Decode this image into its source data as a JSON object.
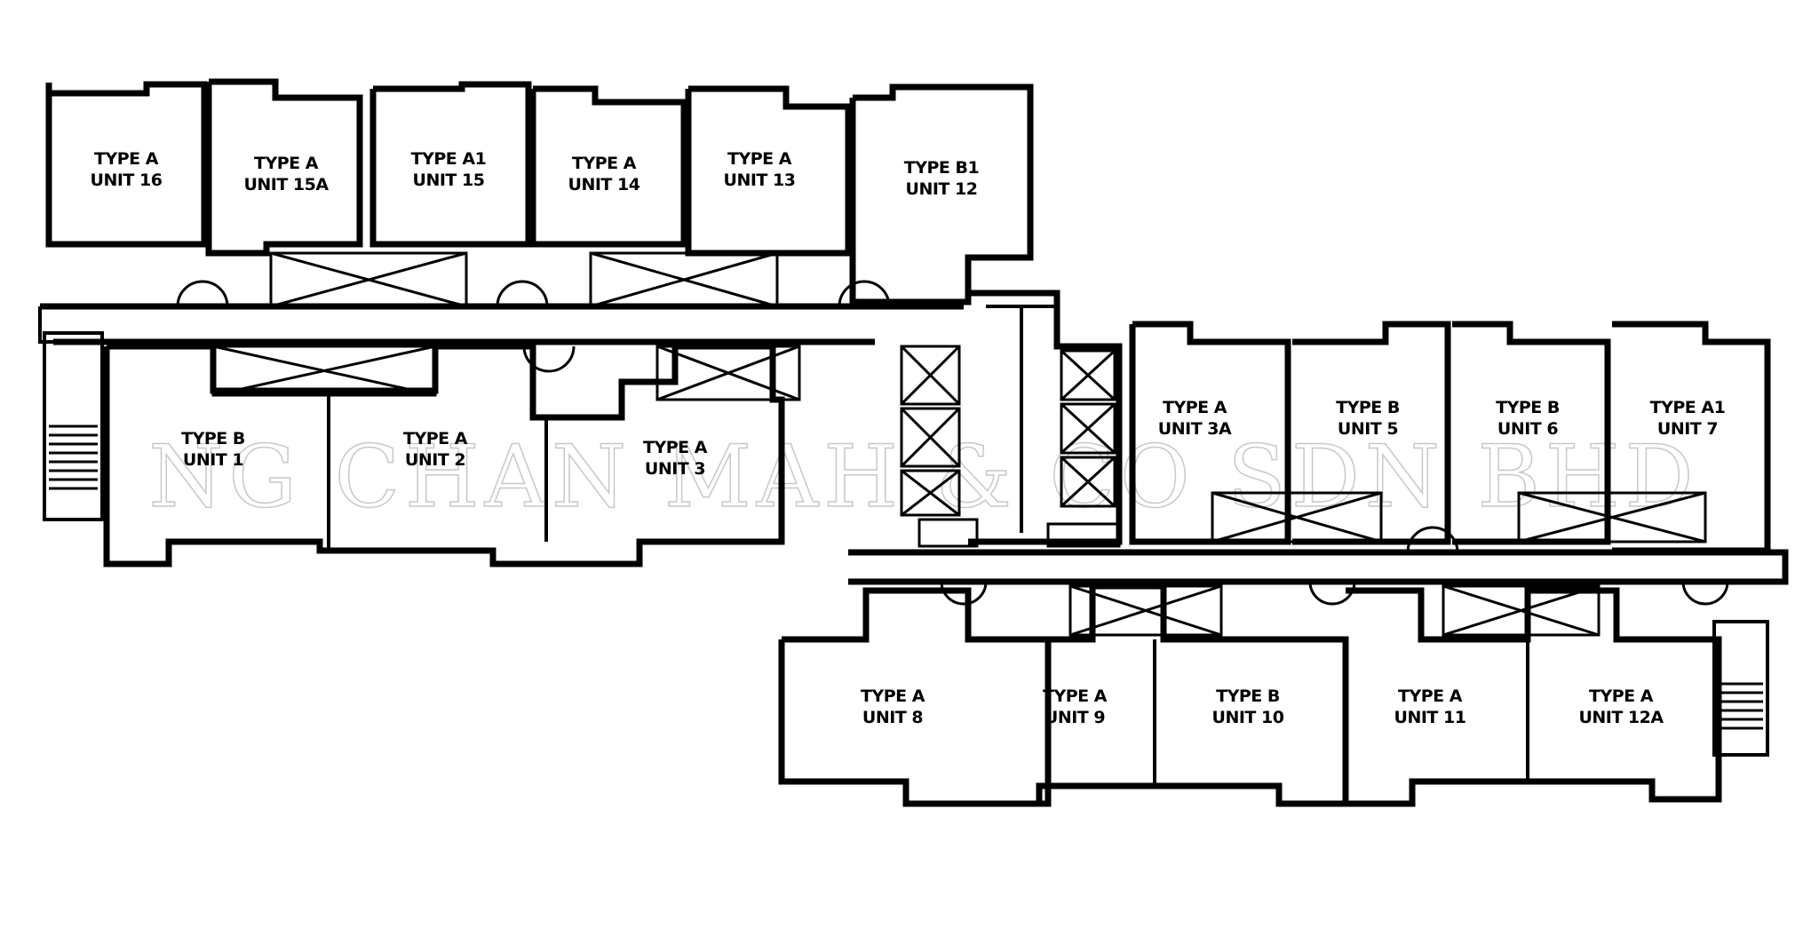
{
  "watermark": "NG CHAN MAH & CO SDN BHD",
  "units": [
    {
      "id": "u1",
      "type": "TYPE A",
      "unit": "UNIT 16"
    },
    {
      "id": "u2",
      "type": "TYPE A",
      "unit": "UNIT 15A"
    },
    {
      "id": "u3",
      "type": "TYPE A1",
      "unit": "UNIT 15"
    },
    {
      "id": "u4",
      "type": "TYPE A",
      "unit": "UNIT 14"
    },
    {
      "id": "u5",
      "type": "TYPE A",
      "unit": "UNIT 13"
    },
    {
      "id": "u6",
      "type": "TYPE B1",
      "unit": "UNIT 12"
    },
    {
      "id": "u7",
      "type": "TYPE B",
      "unit": "UNIT 1"
    },
    {
      "id": "u8",
      "type": "TYPE A",
      "unit": "UNIT 2"
    },
    {
      "id": "u9",
      "type": "TYPE A",
      "unit": "UNIT 3"
    },
    {
      "id": "u10",
      "type": "TYPE A",
      "unit": "UNIT 3A"
    },
    {
      "id": "u11",
      "type": "TYPE B",
      "unit": "UNIT 5"
    },
    {
      "id": "u12",
      "type": "TYPE B",
      "unit": "UNIT 6"
    },
    {
      "id": "u13",
      "type": "TYPE A1",
      "unit": "UNIT 7"
    },
    {
      "id": "u14",
      "type": "TYPE A",
      "unit": "UNIT 8"
    },
    {
      "id": "u15",
      "type": "TYPE A",
      "unit": "UNIT 9"
    },
    {
      "id": "u16",
      "type": "TYPE B",
      "unit": "UNIT 10"
    },
    {
      "id": "u17",
      "type": "TYPE A",
      "unit": "UNIT 11"
    },
    {
      "id": "u18",
      "type": "TYPE A",
      "unit": "UNIT 12A"
    }
  ]
}
